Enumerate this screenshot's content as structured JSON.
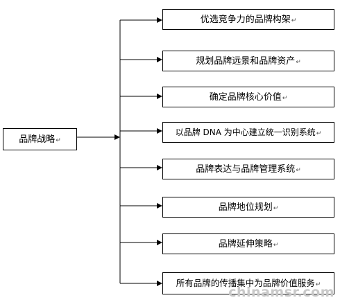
{
  "diagram": {
    "root_label": "品牌战略",
    "paragraph_mark": "↵",
    "branches": [
      {
        "label": "优选竞争力的品牌构架"
      },
      {
        "label": "规划品牌远景和品牌资产"
      },
      {
        "label": "确定品牌核心价值"
      },
      {
        "label": "以品牌 DNA 为中心建立统一识别系统"
      },
      {
        "label": "品牌表达与品牌管理系统"
      },
      {
        "label": "品牌地位规划"
      },
      {
        "label": "品牌延伸策略"
      },
      {
        "label": "所有品牌的传播集中为品牌价值服务"
      }
    ]
  },
  "watermark": "chinamsr.com",
  "colors": {
    "line": "#000000",
    "box_border": "#000000",
    "watermark": "#c9c9c9"
  }
}
